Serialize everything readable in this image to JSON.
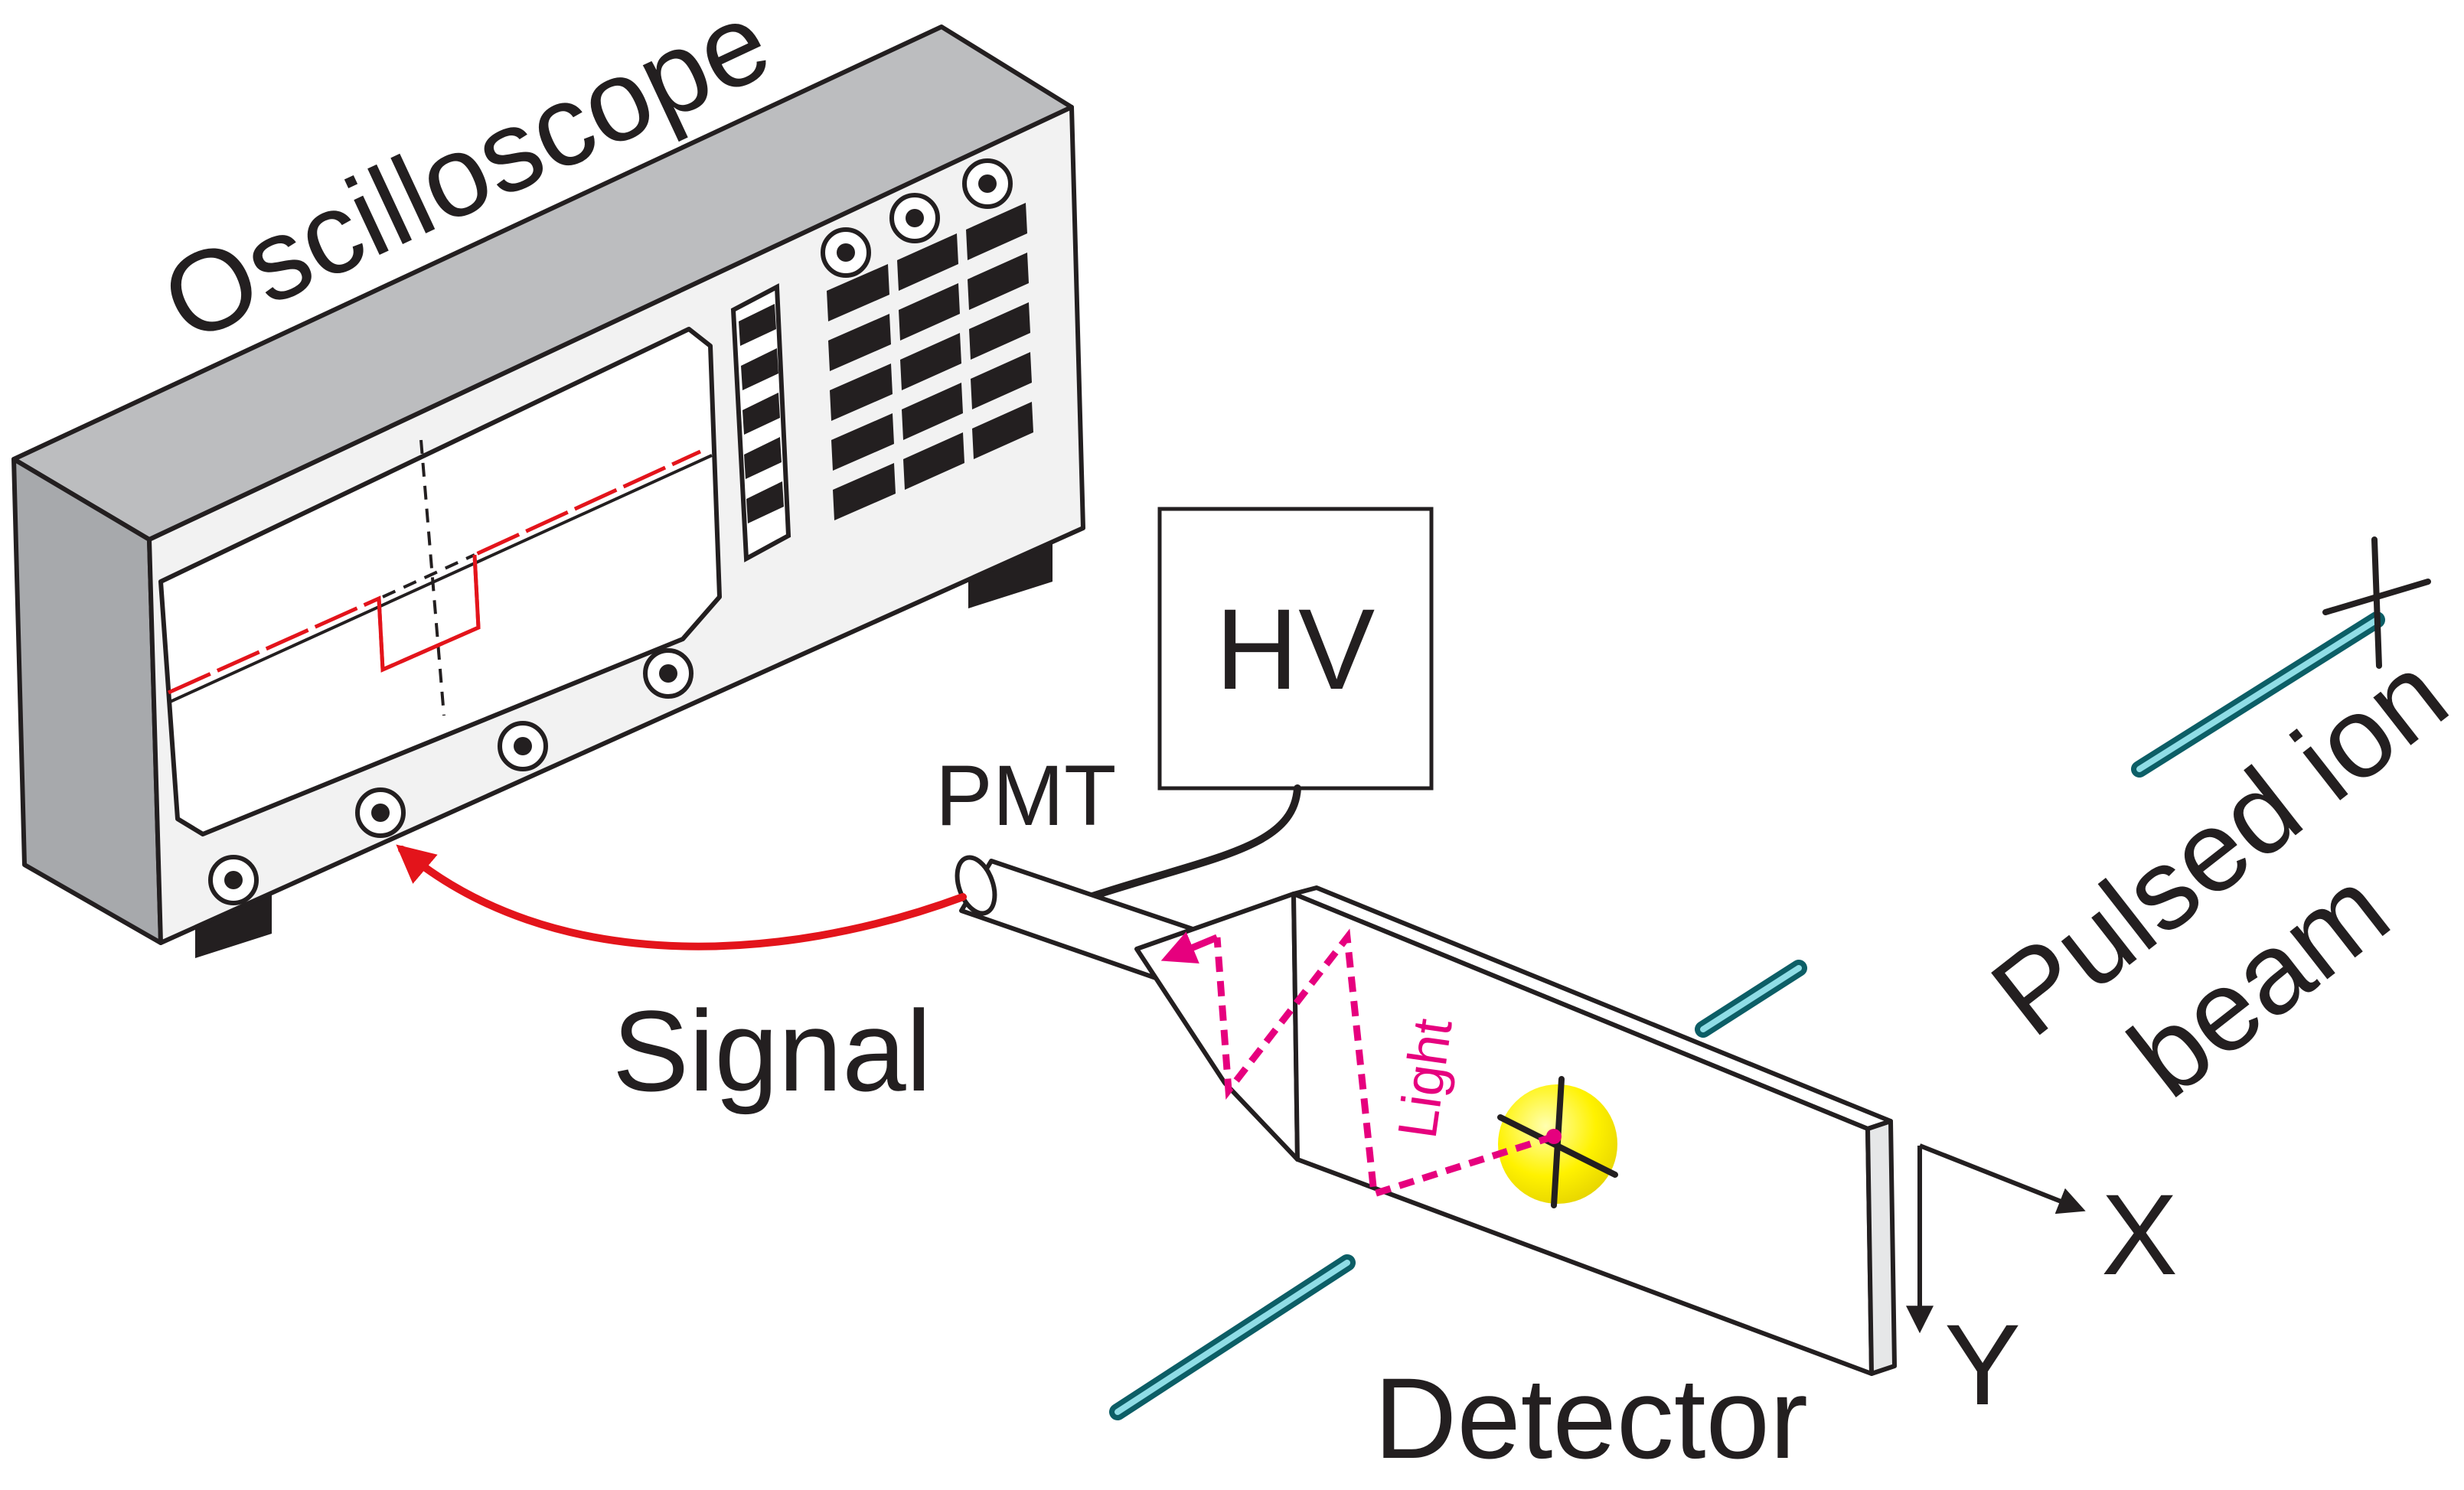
{
  "labels": {
    "oscilloscope": "Oscilloscope",
    "hv": "HV",
    "pmt": "PMT",
    "signal": "Signal",
    "light": "Light",
    "detector": "Detector",
    "pulsed_ion_beam_line1": "Pulsed ion",
    "pulsed_ion_beam_line2": "beam",
    "axis_x": "X",
    "axis_y": "Y"
  },
  "colors": {
    "line": "#231f20",
    "case_gray": "#bcbdbf",
    "panel": "#ffffff",
    "signal_red": "#e3141b",
    "light_magenta": "#e6007e",
    "beam_teal": "#1e9ba6",
    "beam_spot": "#fff200"
  }
}
